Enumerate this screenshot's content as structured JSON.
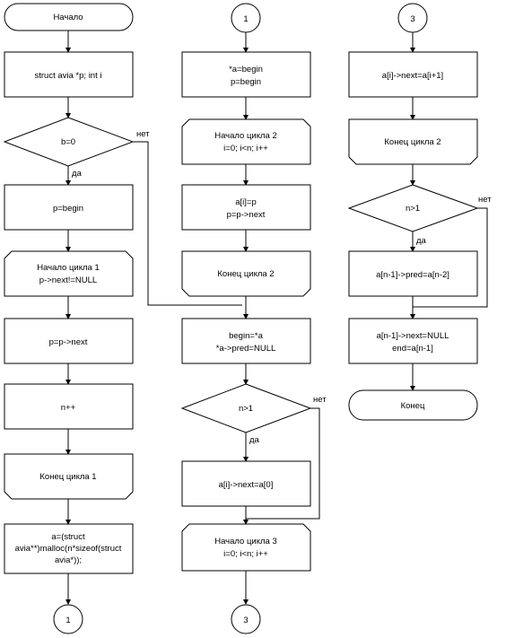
{
  "col1": {
    "start": "Начало",
    "decl": "struct avia *p; int i",
    "cond": "b=0",
    "cond_no": "нет",
    "cond_yes": "да",
    "p_begin": "p=begin",
    "loop1_start": [
      "Начало цикла 1",
      "p->next!=NULL"
    ],
    "p_next": "p=p->next",
    "n_inc": "n++",
    "loop1_end": "Конец цикла 1",
    "malloc": [
      "a=(struct",
      "avia**)malloc(n*sizeof(struct",
      "avia*));"
    ],
    "connector_out": "1"
  },
  "col2": {
    "connector_in": "1",
    "init": [
      "*a=begin",
      "p=begin"
    ],
    "loop2_start": [
      "Начало цикла 2",
      "i=0; i<n; i++"
    ],
    "assign": [
      "a[i]=p",
      "p=p->next"
    ],
    "loop2_end": "Конец цикла 2",
    "begin_assign": [
      "begin=*a",
      "*a->pred=NULL"
    ],
    "cond": "n>1",
    "cond_no": "нет",
    "cond_yes": "да",
    "next_assign": "a[i]->next=a[0]",
    "loop3_start": [
      "Начало цикла 3",
      "i=0; i<n; i++"
    ],
    "connector_out": "3"
  },
  "col3": {
    "connector_in": "3",
    "next_assign": "a[i]->next=a[i+1]",
    "loop2_end": "Конец цикла 2",
    "cond": "n>1",
    "cond_no": "нет",
    "cond_yes": "да",
    "pred_assign": "a[n-1]->pred=a[n-2]",
    "final_assign": [
      "a[n-1]->next=NULL",
      "end=a[n-1]"
    ],
    "end": "Конец"
  }
}
